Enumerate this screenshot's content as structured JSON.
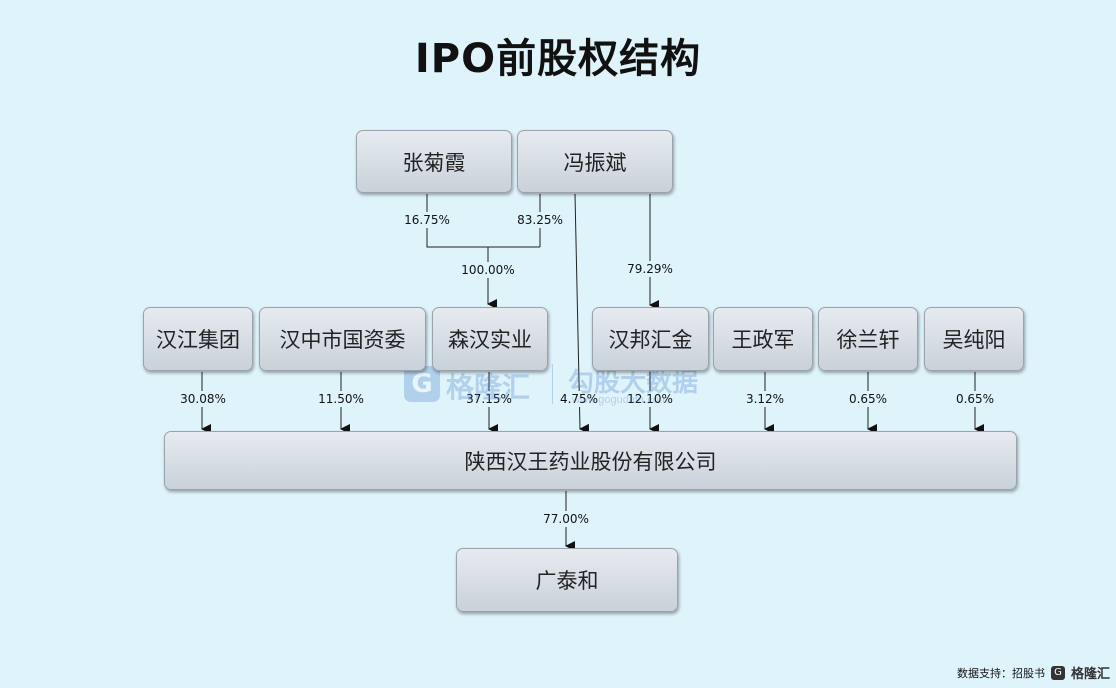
{
  "title": "IPO前股权结构",
  "nodes": {
    "zhang": "张菊霞",
    "feng": "冯振斌",
    "hanjiang": "汉江集团",
    "hanzhong": "汉中市国资委",
    "senhan": "森汉实业",
    "hanbang": "汉邦汇金",
    "wang": "王政军",
    "xu": "徐兰轩",
    "wu": "吴纯阳",
    "company": "陕西汉王药业股份有限公司",
    "guangtaihe": "广泰和"
  },
  "edges": {
    "zhang_senhan": "16.75%",
    "feng_senhan": "83.25%",
    "merge_senhan": "100.00%",
    "feng_hanbang": "79.29%",
    "hanjiang_company": "30.08%",
    "hanzhong_company": "11.50%",
    "senhan_company": "37.15%",
    "feng_company": "4.75%",
    "hanbang_company": "12.10%",
    "wang_company": "3.12%",
    "xu_company": "0.65%",
    "wu_company": "0.65%",
    "company_guangtaihe": "77.00%"
  },
  "watermark": {
    "brand": "格隆汇",
    "slogan": "勾股大数据",
    "url": "www.gogudata.com"
  },
  "footer": {
    "source": "数据支持：招股书",
    "brand": "格隆汇"
  }
}
